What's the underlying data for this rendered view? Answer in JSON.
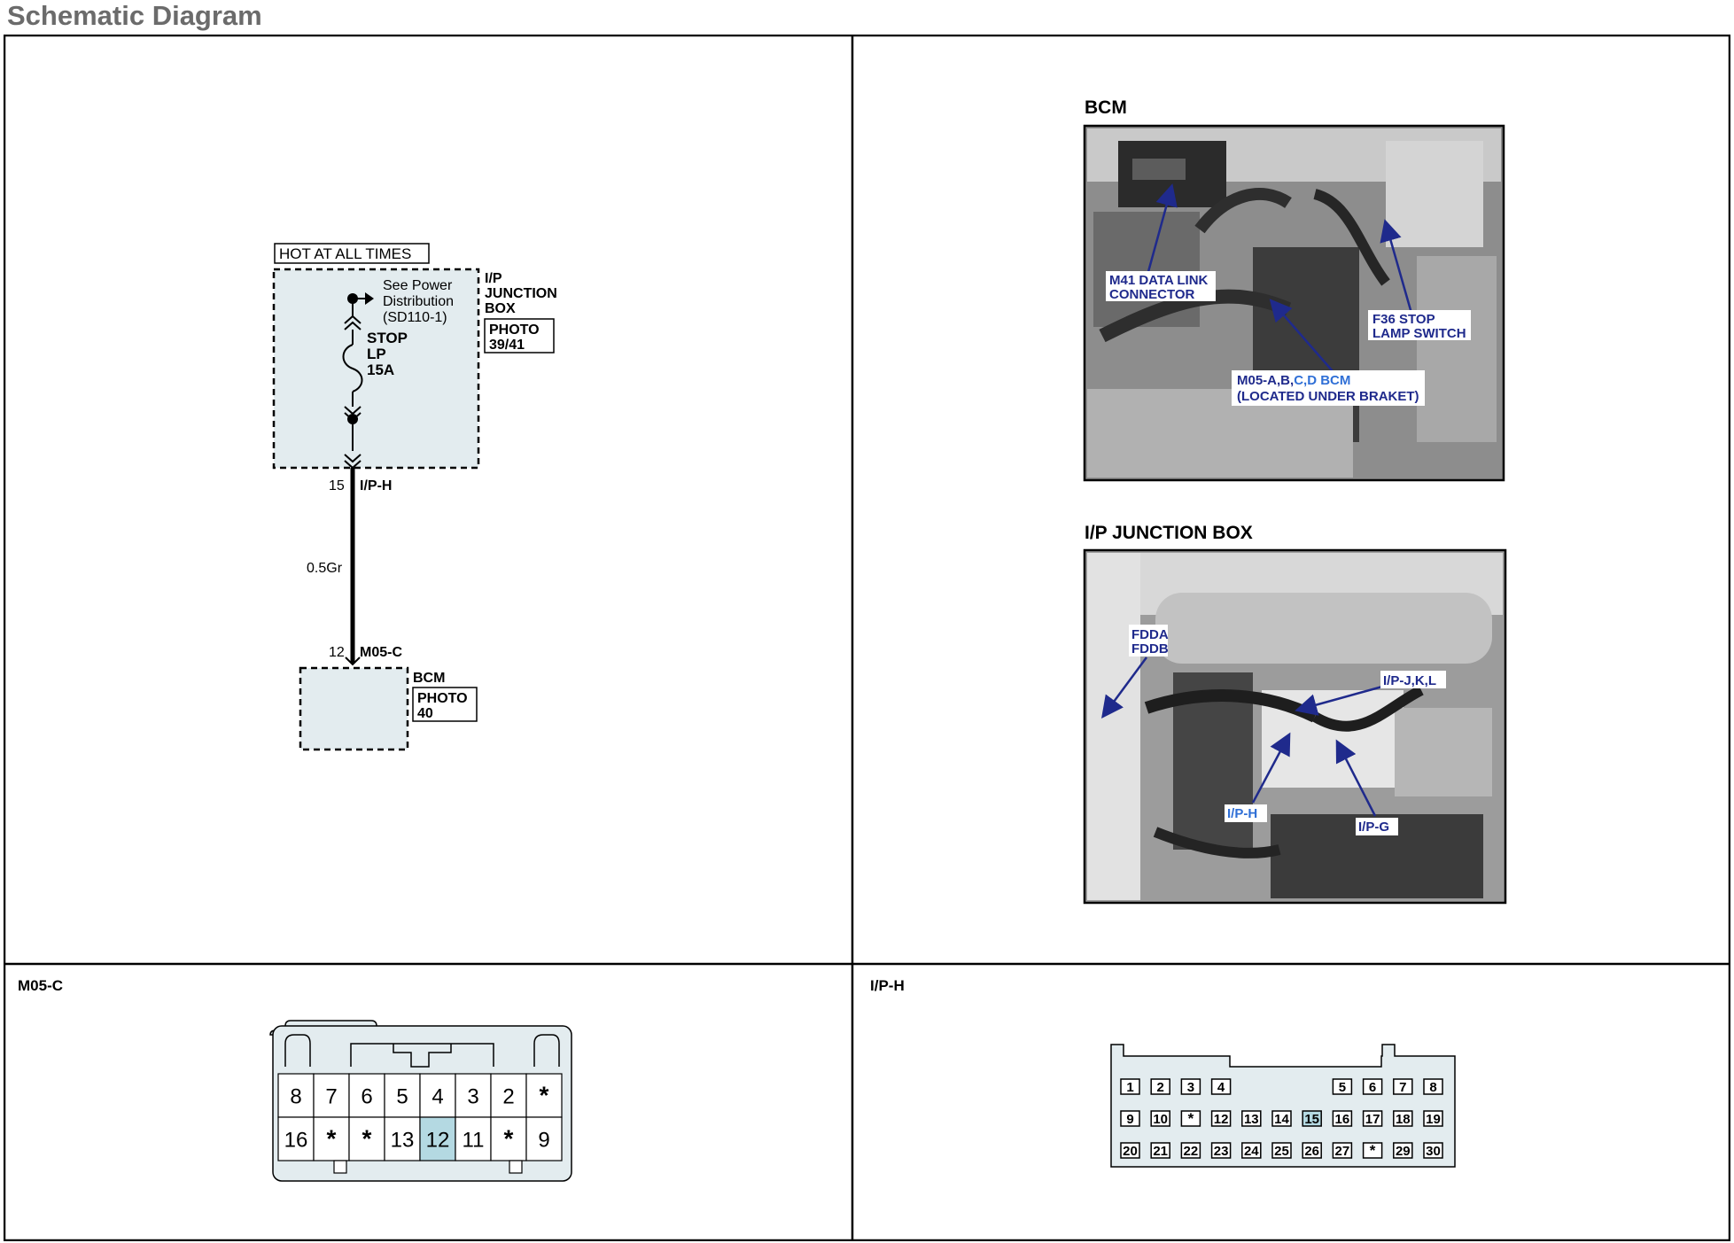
{
  "page_title": "Schematic Diagram",
  "schematic": {
    "hot_label": "HOT AT ALL TIMES",
    "see_note": [
      "See Power",
      "Distribution",
      "(SD110-1)"
    ],
    "jb_name": [
      "I/P",
      "JUNCTION",
      "BOX"
    ],
    "jb_photo": [
      "PHOTO",
      "39/41"
    ],
    "fuse": [
      "STOP",
      "LP",
      "15A"
    ],
    "pin_top": "15",
    "conn_top": "I/P-H",
    "wire": "0.5Gr",
    "pin_bottom": "12",
    "conn_bottom": "M05-C",
    "bcm_name": "BCM",
    "bcm_photo": [
      "PHOTO",
      "40"
    ]
  },
  "photos": {
    "bcm": {
      "title": "BCM",
      "callout1": [
        "M41 DATA LINK",
        "CONNECTOR"
      ],
      "callout2": [
        "F36 STOP",
        "LAMP SWITCH"
      ],
      "callout3_a": "M05-A,B,",
      "callout3_b": "C,D",
      "callout3_c": " BCM",
      "callout3_line2": "(LOCATED UNDER BRAKET)"
    },
    "jb": {
      "title": "I/P JUNCTION BOX",
      "callout1": [
        "FDDA",
        "FDDB"
      ],
      "callout2": "I/P-J,K,L",
      "callout3": "I/P-H",
      "callout4": "I/P-G"
    }
  },
  "connectors": {
    "m05c": {
      "title": "M05-C",
      "row1": [
        "8",
        "7",
        "6",
        "5",
        "4",
        "3",
        "2",
        "*"
      ],
      "row2": [
        "16",
        "*",
        "*",
        "13",
        "12",
        "11",
        "*",
        "9"
      ],
      "highlight": "12"
    },
    "iph": {
      "title": "I/P-H",
      "row1": [
        "1",
        "2",
        "3",
        "4",
        "",
        "",
        "",
        "5",
        "6",
        "7",
        "8"
      ],
      "row2": [
        "9",
        "10",
        "*",
        "12",
        "13",
        "14",
        "15",
        "16",
        "17",
        "18",
        "19"
      ],
      "row3": [
        "20",
        "21",
        "22",
        "23",
        "24",
        "25",
        "26",
        "27",
        "*",
        "29",
        "30"
      ],
      "highlight": "15"
    }
  },
  "colors": {
    "fill": "#e3ecef",
    "highlight": "#b4d9e2",
    "callout": "#1f2a8c",
    "callout_alt": "#2f6fd6"
  }
}
